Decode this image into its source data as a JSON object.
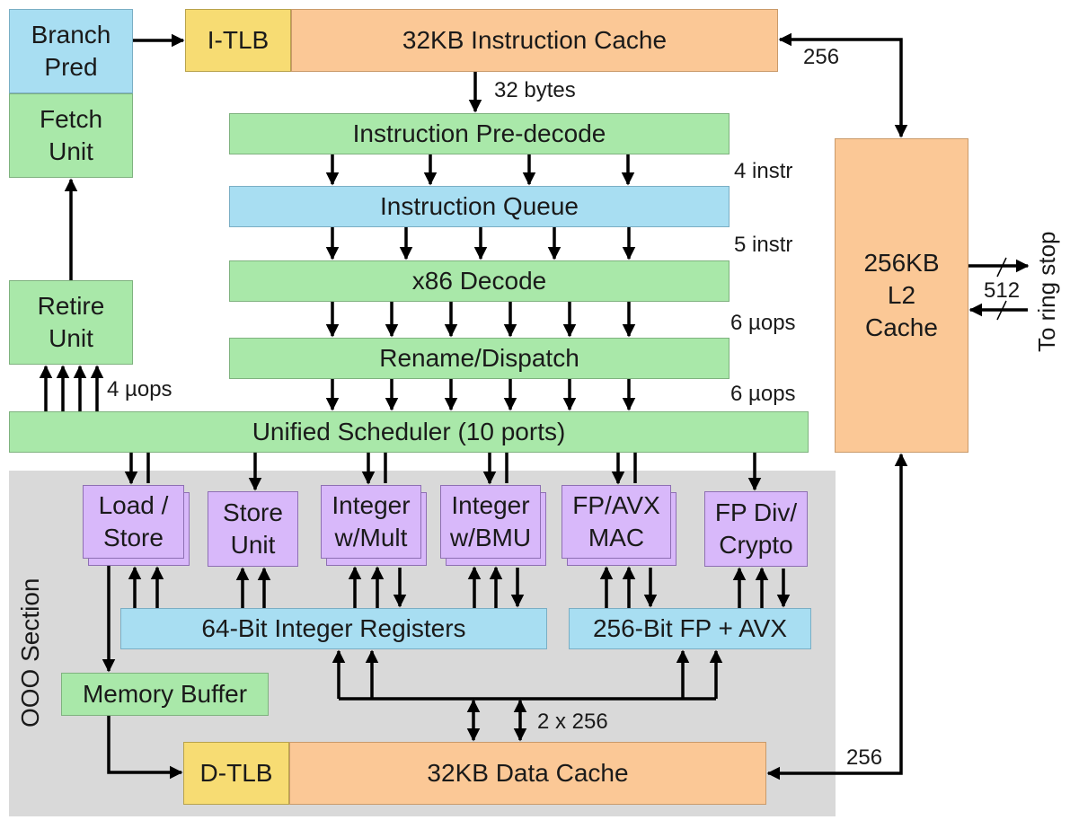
{
  "blocks": {
    "branch_pred": "Branch\nPred",
    "fetch_unit": "Fetch\nUnit",
    "retire_unit": "Retire\nUnit",
    "itlb": "I-TLB",
    "icache": "32KB Instruction Cache",
    "predecode": "Instruction Pre-decode",
    "iqueue": "Instruction Queue",
    "decode": "x86 Decode",
    "rename": "Rename/Dispatch",
    "scheduler": "Unified Scheduler (10 ports)",
    "l2": "256KB\nL2\nCache",
    "load_store": "Load /\nStore",
    "store_unit": "Store\nUnit",
    "int_mult": "Integer\nw/Mult",
    "int_bmu": "Integer\nw/BMU",
    "fp_mac": "FP/AVX\nMAC",
    "fp_div": "FP Div/\nCrypto",
    "int_regs": "64-Bit Integer Registers",
    "fp_regs": "256-Bit FP + AVX",
    "mem_buffer": "Memory Buffer",
    "dtlb": "D-TLB",
    "dcache": "32KB Data Cache"
  },
  "labels": {
    "icache_l2_width": "256",
    "fetch_bytes": "32 bytes",
    "predecode_width": "4 instr",
    "queue_width": "5 instr",
    "decode_width": "6 µops",
    "rename_width": "6 µops",
    "retire_width": "4 µops",
    "ring_width": "512",
    "ring_stop": "To ring stop",
    "dcache_bus": "2 x 256",
    "dcache_l2_width": "256",
    "ooo_section": "OOO Section"
  },
  "colors": {
    "green": "#a9e8a9",
    "blue": "#a8def2",
    "orange": "#fbc896",
    "yellow": "#f7dc73",
    "purple": "#d8b8fa",
    "ooo_gray": "#d9d9d9"
  }
}
